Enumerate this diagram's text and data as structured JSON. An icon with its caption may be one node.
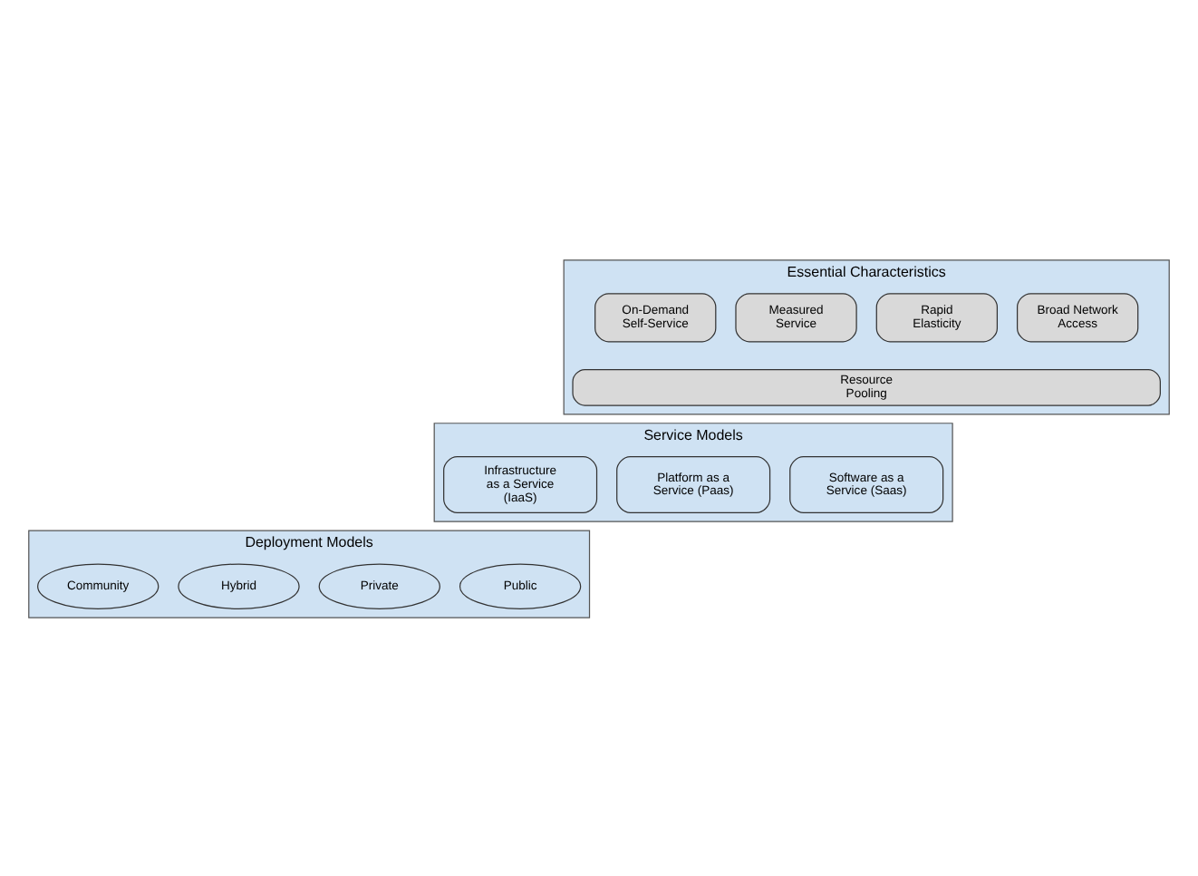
{
  "diagram": {
    "nodes": [
      {
        "text": [
          "Essential Characteristics"
        ]
      },
      {
        "text": [
          "Broad Network Access"
        ],
        "in": 0
      },
      {
        "text": [
          "Rapid Elasticity"
        ],
        "in": 0
      },
      {
        "text": [
          "Measured Service"
        ],
        "in": 0
      },
      {
        "text": [
          "On-Demand Self-Service"
        ],
        "in": 0
      },
      {
        "text": [
          "Resource Pooling"
        ],
        "in": 0
      },
      {
        "text": [
          "Service Models"
        ]
      },
      {
        "text": [
          "Software as a Service (Saas)"
        ],
        "in": 6
      },
      {
        "text": [
          "Platform as a Service (Paas)"
        ],
        "in": 6
      },
      {
        "text": [
          "Infrastructure as a Service (IaaS)"
        ],
        "in": 6
      },
      {
        "text": [
          "Deployment Models"
        ]
      },
      {
        "text": [
          "Public"
        ],
        "in": 10
      },
      {
        "text": [
          "Private"
        ],
        "in": 10
      },
      {
        "text": [
          "Hybrid"
        ],
        "in": 10
      },
      {
        "text": [
          "Community"
        ],
        "in": 10
      }
    ]
  }
}
